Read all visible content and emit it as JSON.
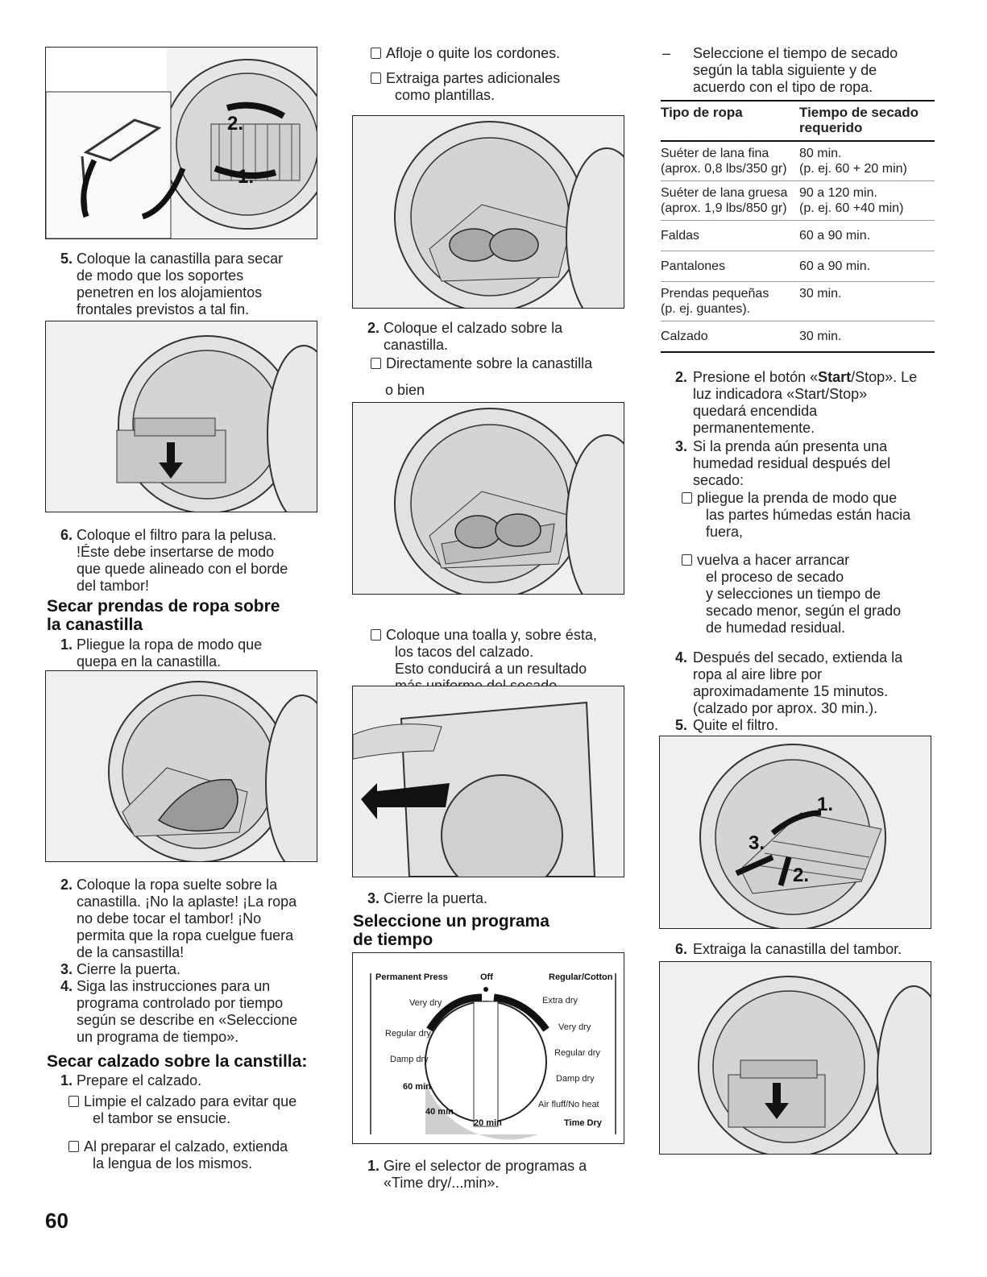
{
  "col1": {
    "step5": {
      "num": "5.",
      "l1": "Coloque la canastilla para secar",
      "l2": "de modo que los soportes",
      "l3": "penetren en los alojamientos",
      "l4": "frontales previstos a tal fin."
    },
    "step6": {
      "num": "6.",
      "l1": "Coloque el filtro para la pelusa.",
      "l2": "!Éste debe insertarse de modo",
      "l3": "que quede alineado con el borde",
      "l4": "del tambor!"
    },
    "heading1": {
      "l1": "Secar prendas de ropa sobre",
      "l2": "la canastilla"
    },
    "sub1": {
      "num": "1.",
      "l1": "Pliegue la ropa de modo que",
      "l2": "quepa en la canastilla."
    },
    "sub2": {
      "num": "2.",
      "l1": "Coloque la ropa suelte sobre la",
      "l2": "canastilla. ¡No la aplaste! ¡La ropa",
      "l3": "no debe tocar el tambor! ¡No",
      "l4": "permita que la ropa cuelgue fuera",
      "l5": "de la cansastilla!"
    },
    "sub3": {
      "num": "3.",
      "l1": "Cierre la puerta."
    },
    "sub4": {
      "num": "4.",
      "l1": "Siga  las instrucciones para un",
      "l2": "programa controlado por tiempo",
      "l3": "según se describe en «Seleccione",
      "l4": "un programa de tiempo»."
    },
    "heading2": {
      "l1": "Secar calzado sobre la canstilla:"
    },
    "shoe1": {
      "num": "1.",
      "l1": "Prepare el calzado."
    },
    "bullet1": {
      "l1": "Limpie el calzado para evitar que",
      "l2": "el tambor se ensucie."
    },
    "bullet2": {
      "l1": "Al preparar el calzado, extienda",
      "l2": "la lengua de los mismos."
    },
    "fig1": {
      "label_a": "2.",
      "label_b": "1."
    }
  },
  "col2": {
    "b1": "Afloje o quite los cordones.",
    "b2": {
      "l1": "Extraiga partes adicionales",
      "l2": "como plantillas."
    },
    "step2": {
      "num": "2.",
      "l1": "Coloque el calzado sobre la",
      "l2": "canastilla."
    },
    "b3": "Directamente sobre la canastilla",
    "obien": "o bien",
    "b4": {
      "l1": "Coloque una toalla y, sobre ésta,",
      "l2": "los tacos del calzado.",
      "l3": "Esto conducirá a un resultado",
      "l4": "más uniforme del secado."
    },
    "step3": {
      "num": "3.",
      "l1": "Cierre la puerta."
    },
    "heading": {
      "l1": "Seleccione un programa",
      "l2": "de tiempo"
    },
    "dial": {
      "permanent_press": "Permanent Press",
      "off": "Off",
      "regular_cotton": "Regular/Cotton",
      "very_dry_left": "Very dry",
      "regular_dry_left": "Regular dry",
      "damp_dry_left": "Damp dry",
      "extra_dry": "Extra dry",
      "very_dry_right": "Very dry",
      "regular_dry_right": "Regular dry",
      "damp_dry_right": "Damp dry",
      "air_fluff": "Air fluff/No heat",
      "m60": "60 min",
      "m40": "40 min",
      "m20": "20 min",
      "time_dry": "Time Dry"
    },
    "step1": {
      "num": "1.",
      "l1": "Gire el selector de programas a",
      "l2": "«Time dry/...min»."
    }
  },
  "col3": {
    "intro": {
      "dash": "–",
      "l1": "Seleccione el tiempo de secado",
      "l2": "según la tabla siguiente y de",
      "l3": "acuerdo con el tipo de ropa."
    },
    "table": {
      "h1": "Tipo de ropa",
      "h2a": "Tiempo de secado",
      "h2b": "requerido",
      "rows": [
        {
          "a1": "Suéter de lana fina",
          "a2": "(aprox. 0,8 lbs/350 gr)",
          "b1": "80 min.",
          "b2": "(p. ej. 60 + 20 min)"
        },
        {
          "a1": "Suéter de lana gruesa",
          "a2": "(aprox. 1,9 lbs/850 gr)",
          "b1": "90 a 120 min.",
          "b2": "(p. ej. 60 +40 min)"
        },
        {
          "a1": "Faldas",
          "a2": "",
          "b1": "60 a 90 min.",
          "b2": ""
        },
        {
          "a1": "Pantalones",
          "a2": "",
          "b1": "60 a 90 min.",
          "b2": ""
        },
        {
          "a1": "Prendas pequeñas",
          "a2": "(p. ej. guantes).",
          "b1": "30 min.",
          "b2": ""
        },
        {
          "a1": "Calzado",
          "a2": "",
          "b1": "30 min.",
          "b2": ""
        }
      ]
    },
    "step2": {
      "num": "2.",
      "l1a": "Presione el botón «",
      "l1b": "Start",
      "l1c": "/Stop». Le",
      "l2": "luz indicadora «Start/Stop»",
      "l3": "quedará encendida",
      "l4": "permanentemente."
    },
    "step3": {
      "num": "3.",
      "l1": "Si la prenda aún presenta una",
      "l2": "humedad residual después del",
      "l3": "secado:"
    },
    "b1": {
      "l1": "pliegue la prenda de modo que",
      "l2": "las partes húmedas están hacia",
      "l3": "fuera,"
    },
    "b2": {
      "l1": "vuelva a hacer arrancar",
      "l2": "el proceso de secado",
      "l3": "y selecciones un tiempo de",
      "l4": "secado menor, según el grado",
      "l5": "de humedad residual."
    },
    "step4": {
      "num": "4.",
      "l1": "Después del secado, extienda la",
      "l2": "ropa al aire libre por",
      "l3": "aproximadamente 15 minutos.",
      "l4": "(calzado por aprox. 30 min.)."
    },
    "step5": {
      "num": "5.",
      "l1": "Quite el filtro."
    },
    "fig": {
      "label_1": "1.",
      "label_2": "2.",
      "label_3": "3."
    },
    "step6": {
      "num": "6.",
      "l1": "Extraiga la canastilla del tambor."
    }
  },
  "page_number": "60"
}
